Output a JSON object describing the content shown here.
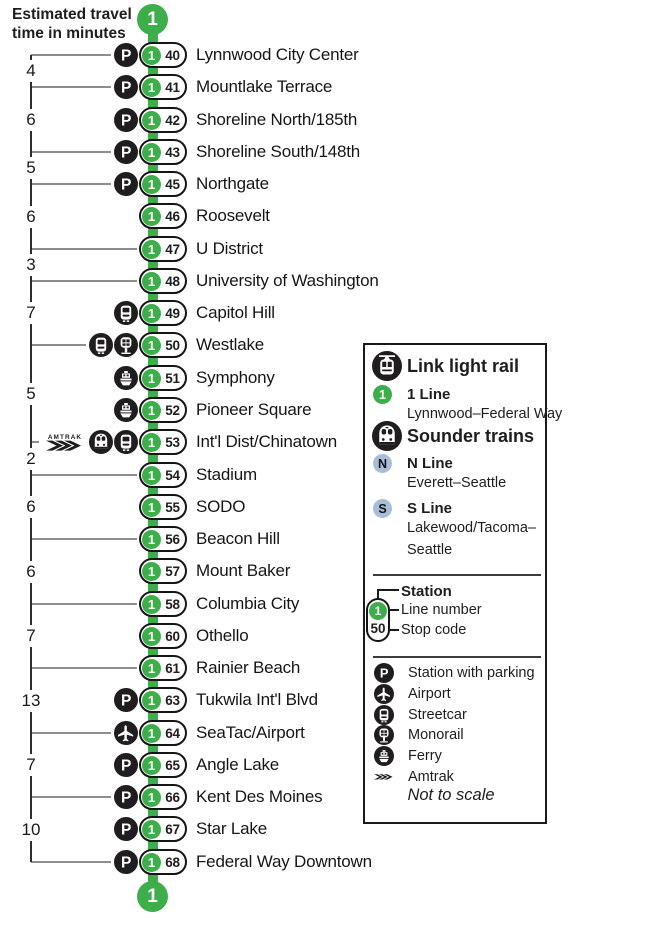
{
  "title": {
    "line1": "Estimated travel",
    "line2": "time in minutes"
  },
  "line_badge": "1",
  "colors": {
    "line_green": "#3dae49",
    "sounder_line_blue": "#a8bdd9",
    "icon_black": "#1f1d1e",
    "tick_gray": "#8b8d8f"
  },
  "map": {
    "stations": [
      {
        "code": "40",
        "name": "Lynnwood City Center",
        "icons": [
          "parking"
        ]
      },
      {
        "code": "41",
        "name": "Mountlake Terrace",
        "icons": [
          "parking"
        ]
      },
      {
        "code": "42",
        "name": "Shoreline North/185th",
        "icons": [
          "parking"
        ]
      },
      {
        "code": "43",
        "name": "Shoreline South/148th",
        "icons": [
          "parking"
        ]
      },
      {
        "code": "45",
        "name": "Northgate",
        "icons": [
          "parking"
        ]
      },
      {
        "code": "46",
        "name": "Roosevelt",
        "icons": []
      },
      {
        "code": "47",
        "name": "U District",
        "icons": []
      },
      {
        "code": "48",
        "name": "University of Washington",
        "icons": []
      },
      {
        "code": "49",
        "name": "Capitol Hill",
        "icons": [
          "streetcar"
        ]
      },
      {
        "code": "50",
        "name": "Westlake",
        "icons": [
          "streetcar",
          "monorail"
        ]
      },
      {
        "code": "51",
        "name": "Symphony",
        "icons": [
          "ferry"
        ]
      },
      {
        "code": "52",
        "name": "Pioneer Square",
        "icons": [
          "ferry"
        ]
      },
      {
        "code": "53",
        "name": "Int'l Dist/Chinatown",
        "icons": [
          "amtrak",
          "sounder",
          "streetcar"
        ]
      },
      {
        "code": "54",
        "name": "Stadium",
        "icons": []
      },
      {
        "code": "55",
        "name": "SODO",
        "icons": []
      },
      {
        "code": "56",
        "name": "Beacon Hill",
        "icons": []
      },
      {
        "code": "57",
        "name": "Mount Baker",
        "icons": []
      },
      {
        "code": "58",
        "name": "Columbia City",
        "icons": []
      },
      {
        "code": "60",
        "name": "Othello",
        "icons": []
      },
      {
        "code": "61",
        "name": "Rainier Beach",
        "icons": []
      },
      {
        "code": "63",
        "name": "Tukwila Int'l Blvd",
        "icons": [
          "parking"
        ]
      },
      {
        "code": "64",
        "name": "SeaTac/Airport",
        "icons": [
          "airport"
        ]
      },
      {
        "code": "65",
        "name": "Angle Lake",
        "icons": [
          "parking"
        ]
      },
      {
        "code": "66",
        "name": "Kent Des Moines",
        "icons": [
          "parking"
        ]
      },
      {
        "code": "67",
        "name": "Star Lake",
        "icons": [
          "parking"
        ]
      },
      {
        "code": "68",
        "name": "Federal Way Downtown",
        "icons": [
          "parking"
        ]
      }
    ],
    "travel_times": [
      {
        "from": "40",
        "to": "41",
        "minutes": "4"
      },
      {
        "from": "41",
        "to": "43",
        "minutes": "6"
      },
      {
        "from": "43",
        "to": "45",
        "minutes": "5"
      },
      {
        "from": "45",
        "to": "47",
        "minutes": "6"
      },
      {
        "from": "47",
        "to": "48",
        "minutes": "3"
      },
      {
        "from": "48",
        "to": "50",
        "minutes": "7"
      },
      {
        "from": "50",
        "to": "53",
        "minutes": "5"
      },
      {
        "from": "53",
        "to": "54",
        "minutes": "2"
      },
      {
        "from": "54",
        "to": "56",
        "minutes": "6"
      },
      {
        "from": "56",
        "to": "58",
        "minutes": "6"
      },
      {
        "from": "58",
        "to": "61",
        "minutes": "7"
      },
      {
        "from": "61",
        "to": "64",
        "minutes": "13"
      },
      {
        "from": "64",
        "to": "66",
        "minutes": "7"
      },
      {
        "from": "66",
        "to": "68",
        "minutes": "10"
      }
    ]
  },
  "legend": {
    "link_heading": "Link light rail",
    "link_line": {
      "badge": "1",
      "label": "1 Line",
      "route": "Lynnwood–Federal Way"
    },
    "sounder_heading": "Sounder trains",
    "n_line": {
      "badge": "N",
      "label": "N Line",
      "route": "Everett–Seattle"
    },
    "s_line": {
      "badge": "S",
      "label": "S Line",
      "route_line1": "Lakewood/Tacoma–",
      "route_line2": "Seattle"
    },
    "station_callout": {
      "station_label": "Station",
      "line_number_label": "Line number",
      "stop_code_label": "Stop code",
      "badge": "1",
      "stop_code": "50"
    },
    "services": [
      {
        "icon": "parking-icon",
        "label": "Station with parking"
      },
      {
        "icon": "airport-icon",
        "label": "Airport"
      },
      {
        "icon": "streetcar-icon",
        "label": "Streetcar"
      },
      {
        "icon": "monorail-icon",
        "label": "Monorail"
      },
      {
        "icon": "ferry-icon",
        "label": "Ferry"
      },
      {
        "icon": "amtrak-icon",
        "label": "Amtrak"
      }
    ],
    "not_to_scale": "Not to scale"
  }
}
